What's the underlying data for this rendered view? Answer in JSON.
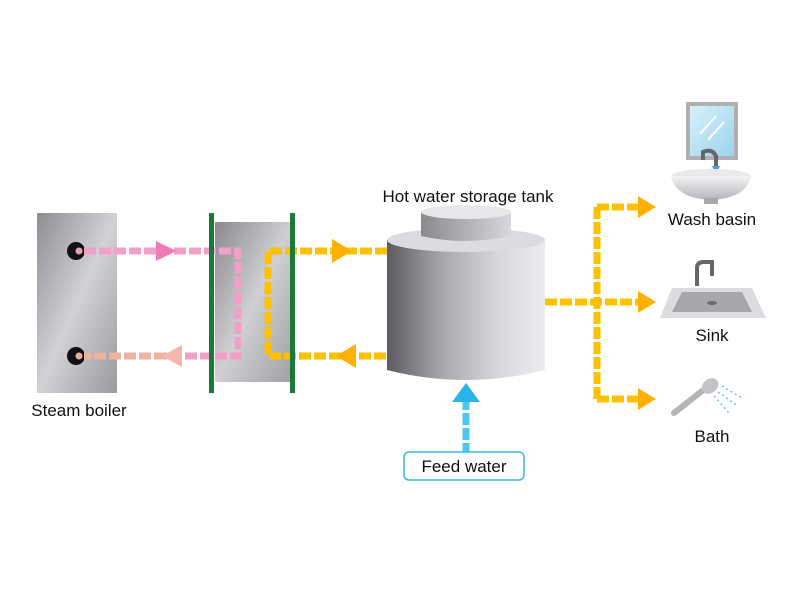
{
  "labels": {
    "steam_boiler": "Steam boiler",
    "storage_tank": "Hot water storage tank",
    "feed_water": "Feed water",
    "wash_basin": "Wash basin",
    "sink": "Sink",
    "bath": "Bath"
  },
  "icons": {
    "boiler": "boiler-icon",
    "heat_exchanger": "heat-exchanger-icon",
    "tank": "tank-icon",
    "wash_basin": "wash-basin-icon",
    "sink": "sink-icon",
    "shower": "shower-icon"
  },
  "colors": {
    "steam_pipe": "#f2a0c8",
    "hot_water_pipe": "#ffc000",
    "feed_water_pipe": "#4cc8f0",
    "heat_exchanger_plate": "#1a7a3a",
    "metal": "#b8b8bc"
  }
}
